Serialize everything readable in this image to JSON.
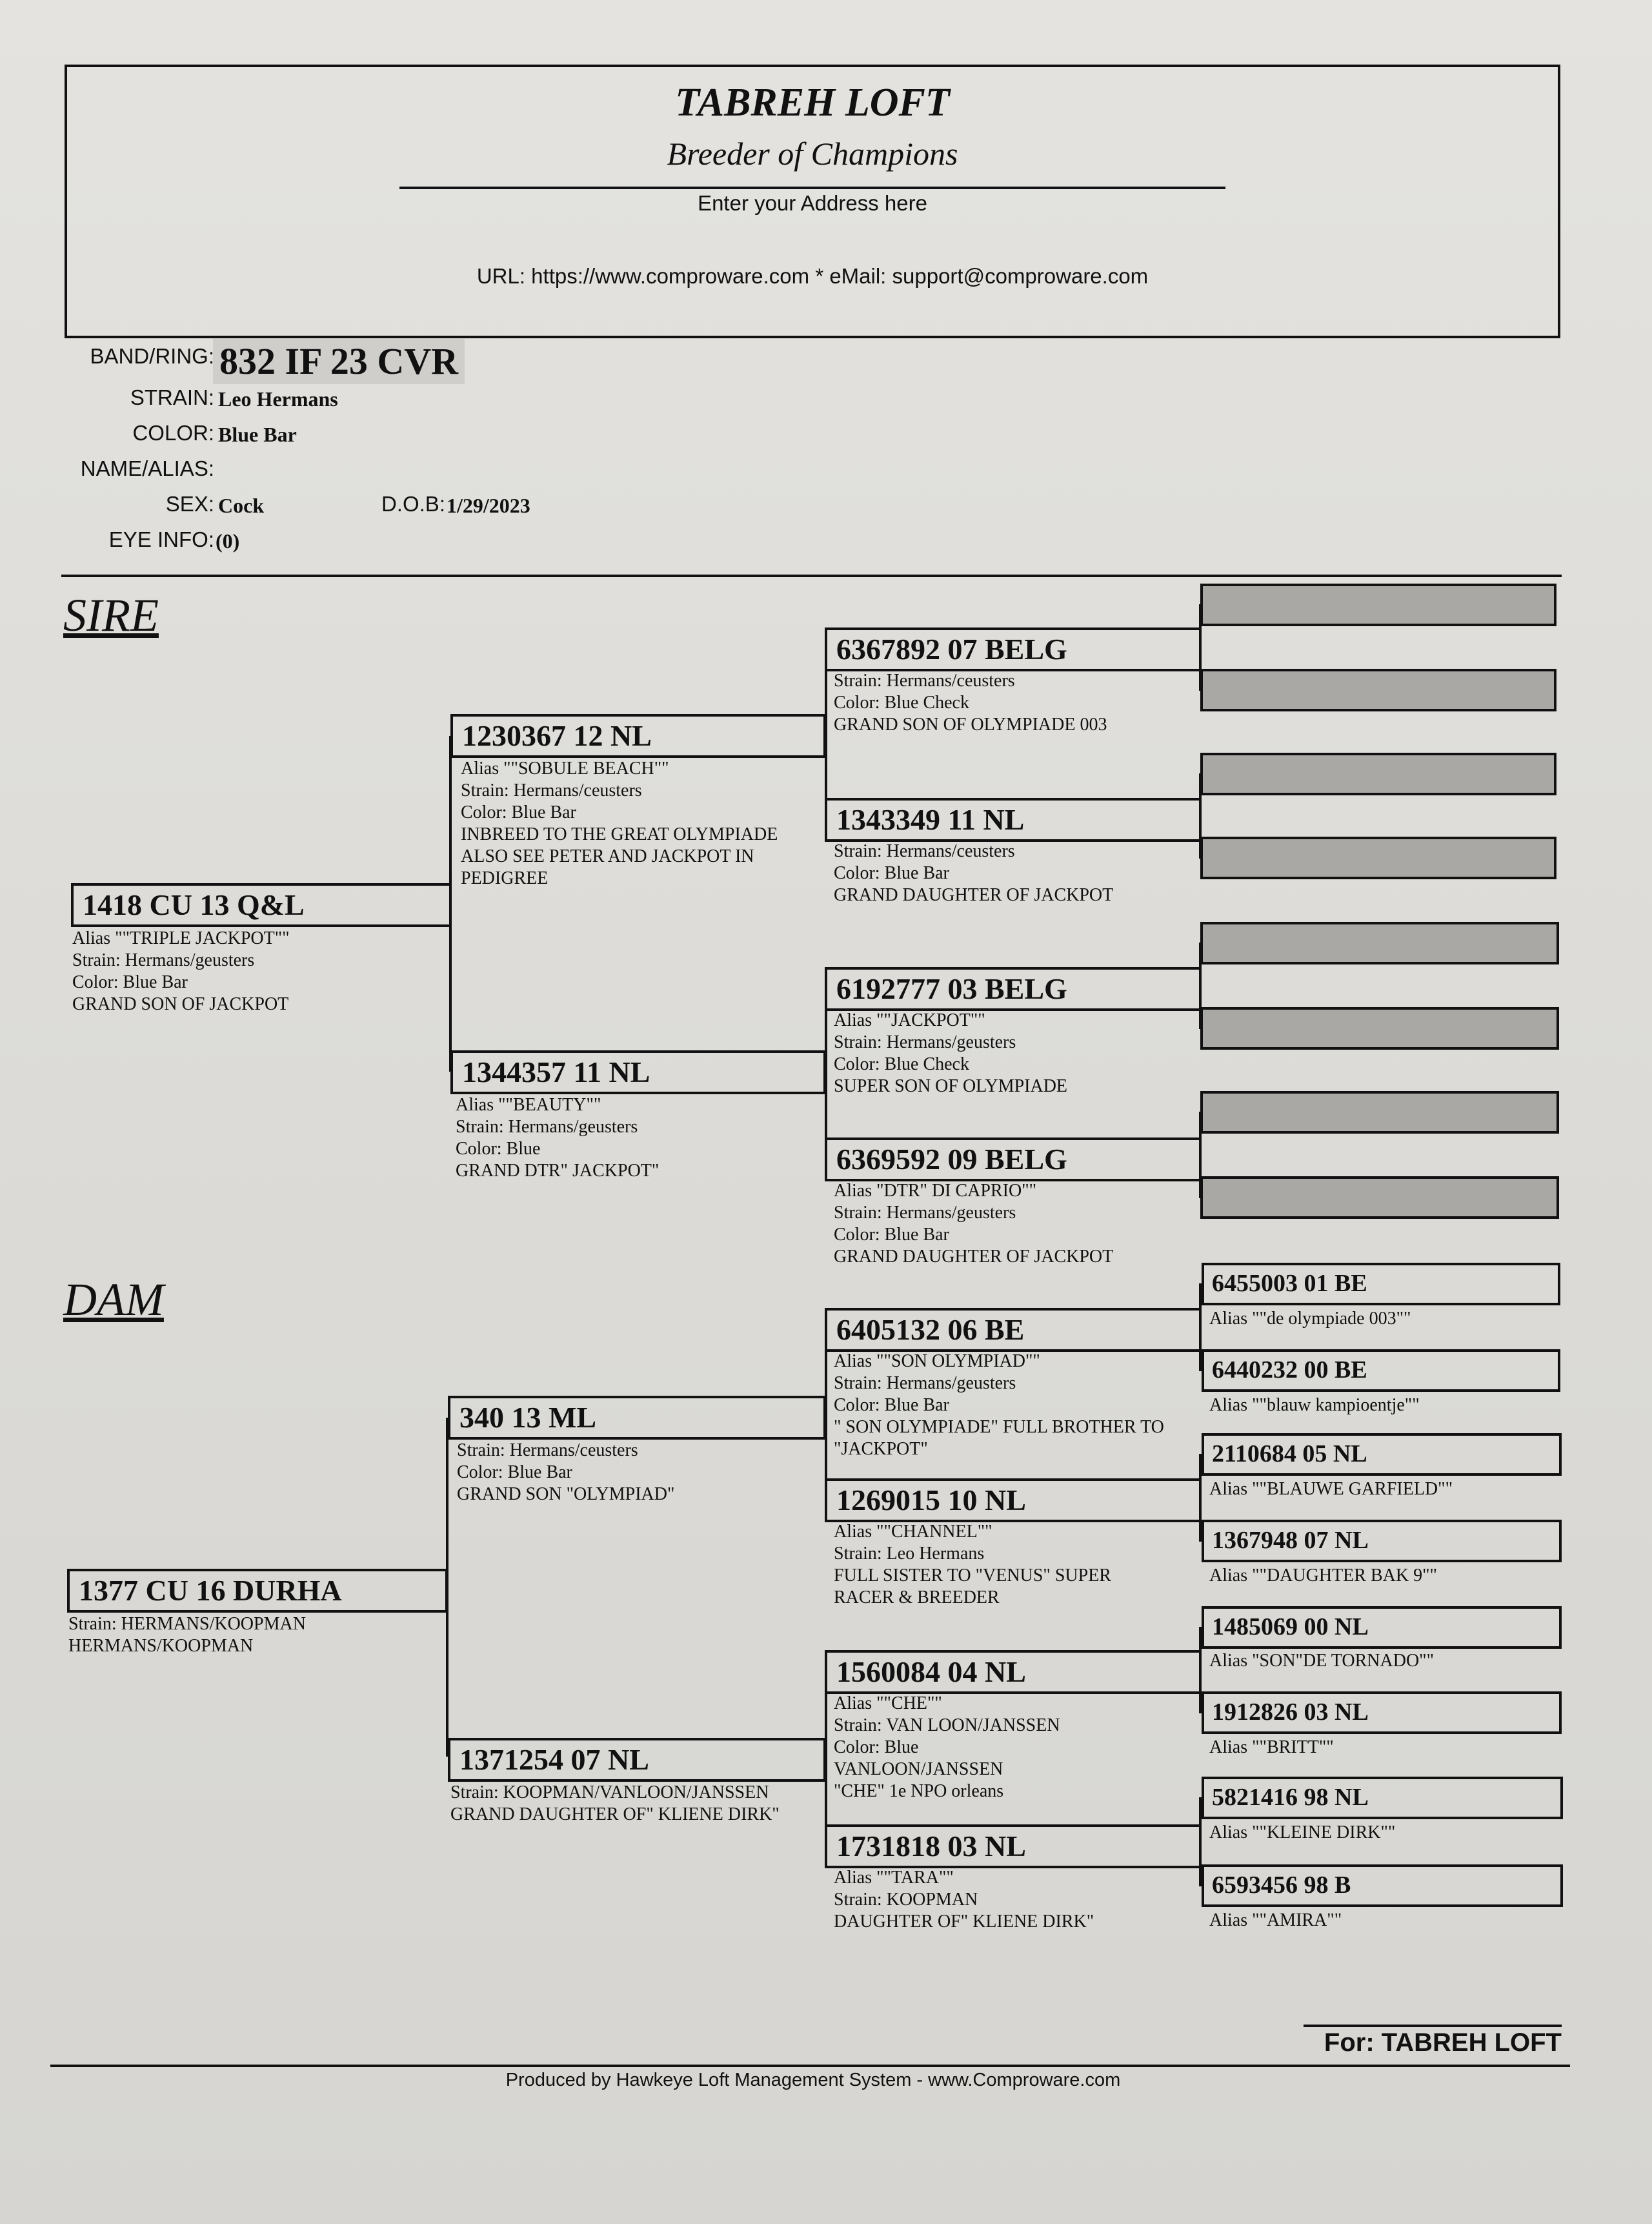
{
  "header": {
    "title": "TABREH LOFT",
    "subtitle": "Breeder of Champions",
    "address": "Enter your Address here",
    "url_line": "URL: https://www.comproware.com * eMail: support@comproware.com"
  },
  "subject": {
    "band_label": "BAND/RING:",
    "band": "832 IF 23 CVR",
    "strain_label": "STRAIN:",
    "strain": "Leo Hermans",
    "color_label": "COLOR:",
    "color": "Blue Bar",
    "name_label": "NAME/ALIAS:",
    "sex_label": "SEX:",
    "sex": "Cock",
    "dob_label": "D.O.B:",
    "dob": "1/29/2023",
    "eye_label": "EYE INFO:",
    "eye": "(0)"
  },
  "sections": {
    "sire": "SIRE",
    "dam": "DAM"
  },
  "gen1": {
    "sire": {
      "band": "1418 CU 13 Q&L",
      "lines": [
        "Alias \"\"TRIPLE JACKPOT\"\"",
        "Strain: Hermans/geusters",
        "Color: Blue Bar",
        "GRAND SON OF JACKPOT"
      ]
    },
    "dam": {
      "band": "1377 CU 16 DURHA",
      "lines": [
        "Strain: HERMANS/KOOPMAN",
        "HERMANS/KOOPMAN"
      ]
    }
  },
  "gen2": [
    {
      "band": "1230367 12 NL",
      "lines": [
        "Alias \"\"SOBULE BEACH\"\"",
        "Strain: Hermans/ceusters",
        "Color: Blue Bar",
        "INBREED TO THE GREAT OLYMPIADE",
        "ALSO SEE PETER AND JACKPOT IN",
        "PEDIGREE"
      ]
    },
    {
      "band": "1344357 11 NL",
      "lines": [
        "Alias \"\"BEAUTY\"\"",
        "Strain: Hermans/geusters",
        "Color: Blue",
        "GRAND DTR\" JACKPOT\""
      ]
    },
    {
      "band": "340 13 ML",
      "lines": [
        "Strain: Hermans/ceusters",
        "Color: Blue Bar",
        "GRAND SON \"OLYMPIAD\""
      ]
    },
    {
      "band": "1371254 07 NL",
      "lines": [
        "Strain: KOOPMAN/VANLOON/JANSSEN",
        "GRAND DAUGHTER OF\" KLIENE DIRK\""
      ]
    }
  ],
  "gen3": [
    {
      "band": "6367892 07 BELG",
      "lines": [
        "Strain: Hermans/ceusters",
        "Color: Blue Check",
        "GRAND SON OF OLYMPIADE 003"
      ]
    },
    {
      "band": "1343349 11 NL",
      "lines": [
        "Strain: Hermans/ceusters",
        "Color: Blue Bar",
        "GRAND DAUGHTER OF JACKPOT"
      ]
    },
    {
      "band": "6192777 03 BELG",
      "lines": [
        "Alias \"\"JACKPOT\"\"",
        "Strain: Hermans/geusters",
        "Color: Blue Check",
        "SUPER SON OF OLYMPIADE"
      ]
    },
    {
      "band": "6369592 09 BELG",
      "lines": [
        "Alias \"DTR\" DI CAPRIO\"\"",
        "Strain: Hermans/geusters",
        "Color: Blue Bar",
        "GRAND DAUGHTER OF JACKPOT"
      ]
    },
    {
      "band": "6405132 06 BE",
      "lines": [
        "Alias \"\"SON OLYMPIAD\"\"",
        "Strain: Hermans/geusters",
        "Color: Blue Bar",
        "\" SON OLYMPIADE\" FULL BROTHER TO",
        "\"JACKPOT\""
      ]
    },
    {
      "band": "1269015 10 NL",
      "lines": [
        "Alias \"\"CHANNEL\"\"",
        "Strain: Leo Hermans",
        "FULL SISTER TO \"VENUS\" SUPER",
        "RACER & BREEDER"
      ]
    },
    {
      "band": "1560084 04 NL",
      "lines": [
        "Alias \"\"CHE\"\"",
        "Strain: VAN LOON/JANSSEN",
        "Color: Blue",
        "VANLOON/JANSSEN",
        "\"CHE\" 1e NPO orleans"
      ]
    },
    {
      "band": "1731818 03 NL",
      "lines": [
        "Alias \"\"TARA\"\"",
        "Strain: KOOPMAN",
        "DAUGHTER OF\" KLIENE DIRK\""
      ]
    }
  ],
  "gen4": [
    {
      "band": "6455003 01 BE",
      "alias": "Alias \"\"de olympiade 003\"\""
    },
    {
      "band": "6440232 00 BE",
      "alias": "Alias \"\"blauw kampioentje\"\""
    },
    {
      "band": "2110684 05 NL",
      "alias": "Alias \"\"BLAUWE GARFIELD\"\""
    },
    {
      "band": "1367948 07 NL",
      "alias": "Alias \"\"DAUGHTER BAK 9\"\""
    },
    {
      "band": "1485069 00 NL",
      "alias": "Alias \"SON\"DE TORNADO\"\""
    },
    {
      "band": "1912826 03 NL",
      "alias": "Alias \"\"BRITT\"\""
    },
    {
      "band": "5821416 98 NL",
      "alias": "Alias \"\"KLEINE DIRK\"\""
    },
    {
      "band": "6593456 98 B",
      "alias": "Alias \"\"AMIRA\"\""
    }
  ],
  "footer": {
    "for_line": "For: TABREH LOFT",
    "produced": "Produced by Hawkeye Loft Management System - www.Comproware.com"
  },
  "colors": {
    "ink": "#111111",
    "paper": "#dcdbd7",
    "empty_box": "#a9a8a5"
  }
}
